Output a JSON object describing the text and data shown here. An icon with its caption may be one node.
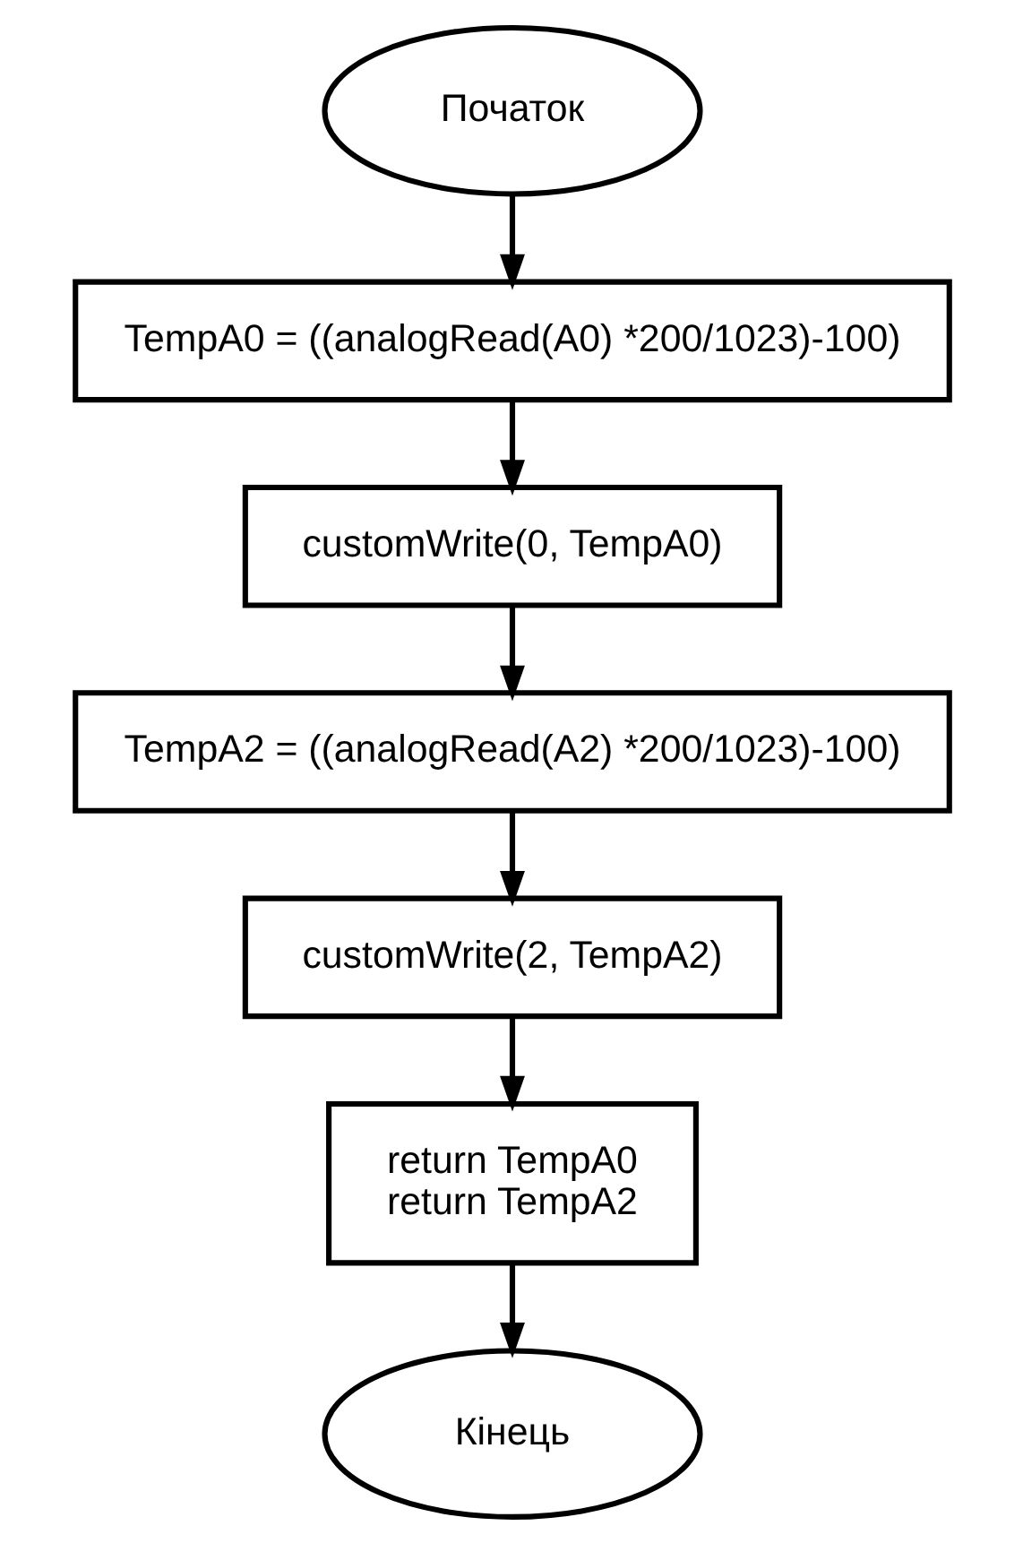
{
  "diagram": {
    "nodes": [
      {
        "text": [
          "Початок"
        ]
      },
      {
        "text": [
          "TempA0 = ((analogRead(A0) *200/1023)-100)"
        ]
      },
      {
        "text": [
          "customWrite(0, TempA0)"
        ]
      },
      {
        "text": [
          "TempA2 = ((analogRead(A2) *200/1023)-100)"
        ]
      },
      {
        "text": [
          "customWrite(2, TempA2)"
        ]
      },
      {
        "text": [
          "return TempA0",
          "return TempA2"
        ]
      },
      {
        "text": [
          "Кінець"
        ]
      }
    ],
    "edges": [
      {
        "from": 0,
        "to": 1,
        "arrow": "to"
      },
      {
        "from": 1,
        "to": 2,
        "arrow": "to"
      },
      {
        "from": 2,
        "to": 3,
        "arrow": "to"
      },
      {
        "from": 3,
        "to": 4,
        "arrow": "to"
      },
      {
        "from": 4,
        "to": 5,
        "arrow": "to"
      },
      {
        "from": 5,
        "to": 6,
        "arrow": "to"
      }
    ]
  }
}
